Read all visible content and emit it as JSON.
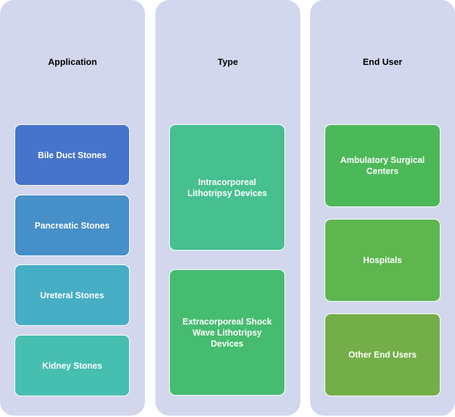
{
  "columns": [
    {
      "title": "Application",
      "items": [
        {
          "label": "Bile Duct Stones",
          "color": "#4673cc"
        },
        {
          "label": "Pancreatic Stones",
          "color": "#478fc8"
        },
        {
          "label": "Ureteral Stones",
          "color": "#46aec4"
        },
        {
          "label": "Kidney Stones",
          "color": "#47bfb0"
        }
      ]
    },
    {
      "title": "Type",
      "items": [
        {
          "label": "Intracorporeal Lithotripsy Devices",
          "color": "#47c090"
        },
        {
          "label": "Extracorporeal Shock Wave Lithotripsy Devices",
          "color": "#46bc70"
        }
      ]
    },
    {
      "title": "End User",
      "items": [
        {
          "label": "Ambulatory Surgical Centers",
          "color": "#4cb958"
        },
        {
          "label": "Hospitals",
          "color": "#5db64e"
        },
        {
          "label": "Other End Users",
          "color": "#74ae48"
        }
      ]
    }
  ]
}
